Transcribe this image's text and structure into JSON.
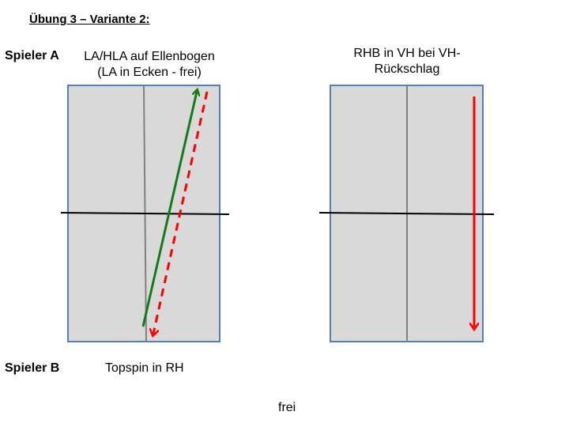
{
  "title": "Übung 3 – Variante 2:",
  "players": {
    "a": "Spieler A",
    "b": "Spieler B"
  },
  "tables": {
    "left": {
      "label_line1": "LA/HLA auf Ellenbogen",
      "label_line2": "(LA in Ecken - frei)"
    },
    "right": {
      "label": "RHB in VH bei VH-Rückschlag"
    }
  },
  "bottom": {
    "topspin": "Topspin in RH",
    "frei": "frei"
  },
  "colors": {
    "table_fill": "#d9d9d9",
    "table_border": "#4f81bd",
    "center_line": "#808080",
    "net": "#000000",
    "green_arrow": "#137c1a",
    "red_arrow": "#ff0000"
  }
}
